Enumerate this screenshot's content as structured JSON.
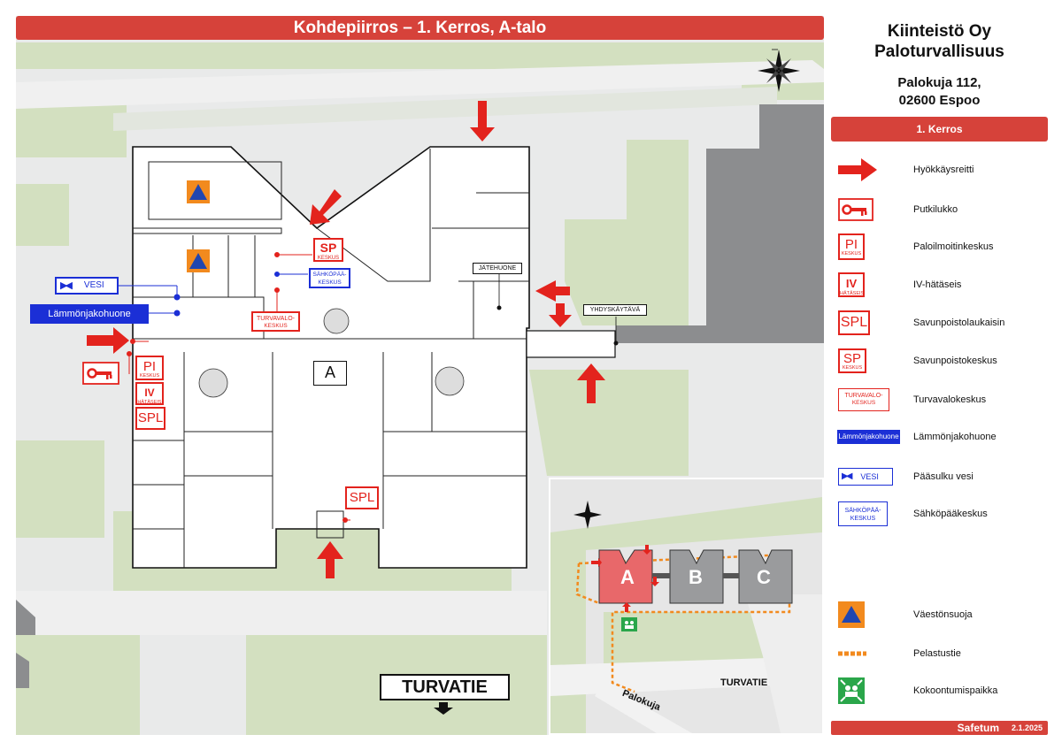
{
  "title": "Kohdepiirros  – 1. Kerros, A-talo",
  "company": {
    "line1": "Kiinteistö Oy",
    "line2": "Paloturvallisuus"
  },
  "address": {
    "line1": "Palokuja 112,",
    "line2": "02600 Espoo"
  },
  "floor_header": "1. Kerros",
  "colors": {
    "accent_red": "#d6423a",
    "symbol_red": "#e3231d",
    "symbol_blue": "#1b2fd6",
    "shelter_orange": "#f28a1e",
    "assembly_green": "#2aa64a"
  },
  "legend": [
    {
      "icon": "attack-route-arrow-icon",
      "label": "Hyökkäysreitti"
    },
    {
      "icon": "pipe-key-icon",
      "label": "Putkilukko"
    },
    {
      "icon_text": "PI",
      "icon_sub": "KESKUS",
      "label": "Paloilmoitinkeskus"
    },
    {
      "icon_text": "IV",
      "icon_sub": "HÄTÄSEIS",
      "label": "IV-hätäseis"
    },
    {
      "icon_text": "SPL",
      "label": "Savunpoistolaukaisin"
    },
    {
      "icon_text": "SP",
      "icon_sub": "KESKUS",
      "label": "Savunpoistokeskus"
    },
    {
      "icon_text": "TURVAVALO-",
      "icon_sub": "KESKUS",
      "label": "Turvavalokeskus"
    },
    {
      "icon_text": "Lämmönjakohuone",
      "label": "Lämmönjakohuone"
    },
    {
      "icon_text": "VESI",
      "label": "Pääsulku vesi"
    },
    {
      "icon_text": "SÄHKÖPÄÄ-",
      "icon_sub": "KESKUS",
      "label": "Sähköpääkeskus"
    },
    {
      "icon": "shelter-icon",
      "label": "Väestönsuoja"
    },
    {
      "icon": "escape-route-icon",
      "label": "Pelastustie"
    },
    {
      "icon": "assembly-point-icon",
      "label": "Kokoontumispaikka"
    }
  ],
  "floorplan": {
    "sp_text": "SP",
    "sp_sub": "KESKUS",
    "sahko_line1": "SÄHKÖPÄÄ-",
    "sahko_line2": "KESKUS",
    "turvavalo_line1": "TURVAVALO-",
    "turvavalo_line2": "KESKUS",
    "vesi": "VESI",
    "lammonjako": "Lämmönjakohuone",
    "pi_text": "PI",
    "pi_sub": "KESKUS",
    "iv_text": "IV",
    "iv_sub": "HÄTÄSEIS",
    "spl_text": "SPL",
    "spl2_text": "SPL",
    "building_letter": "A",
    "jatehuone": "JÄTEHUONE",
    "yhdyskaytava": "YHDYSKÄYTÄVÄ",
    "turvatie": "TURVATIE"
  },
  "inset": {
    "building_a": "A",
    "building_b": "B",
    "building_c": "C",
    "road1": "TURVATIE",
    "road2": "Palokuja"
  },
  "footer": {
    "brand": "Safetum",
    "date": "2.1.2025"
  }
}
